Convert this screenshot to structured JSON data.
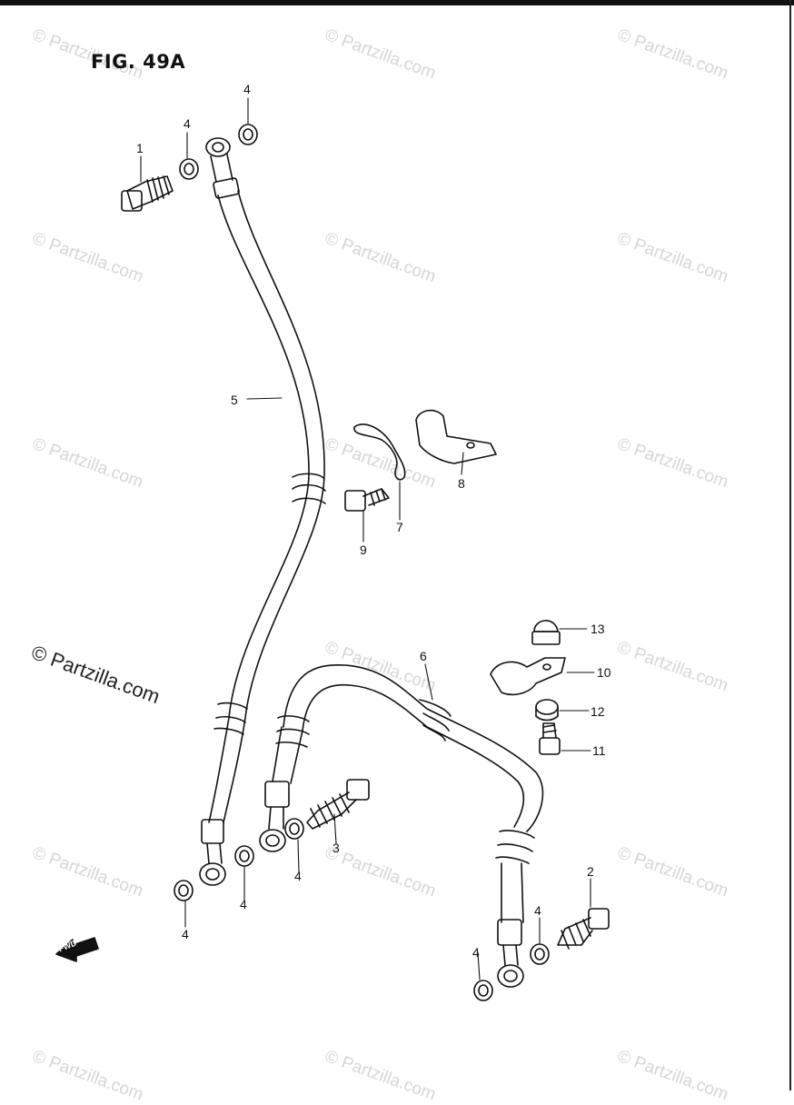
{
  "figure": {
    "title": "FIG. 49A"
  },
  "watermark": {
    "text": "© Partzilla.com"
  },
  "watermark_prominent": {
    "text": "© Partzilla.com"
  },
  "fwd_label": "FWD",
  "callouts": {
    "c1": "1",
    "c2": "2",
    "c3": "3",
    "c4a": "4",
    "c4b": "4",
    "c4c": "4",
    "c4d": "4",
    "c4e": "4",
    "c4f": "4",
    "c4g": "4",
    "c5": "5",
    "c6": "6",
    "c7": "7",
    "c8": "8",
    "c9": "9",
    "c10": "10",
    "c11": "11",
    "c12": "12",
    "c13": "13"
  },
  "colors": {
    "line": "#111111",
    "watermark": "#d6d6d6",
    "background": "#ffffff"
  },
  "icons": {
    "direction": "fwd-arrow-icon"
  }
}
